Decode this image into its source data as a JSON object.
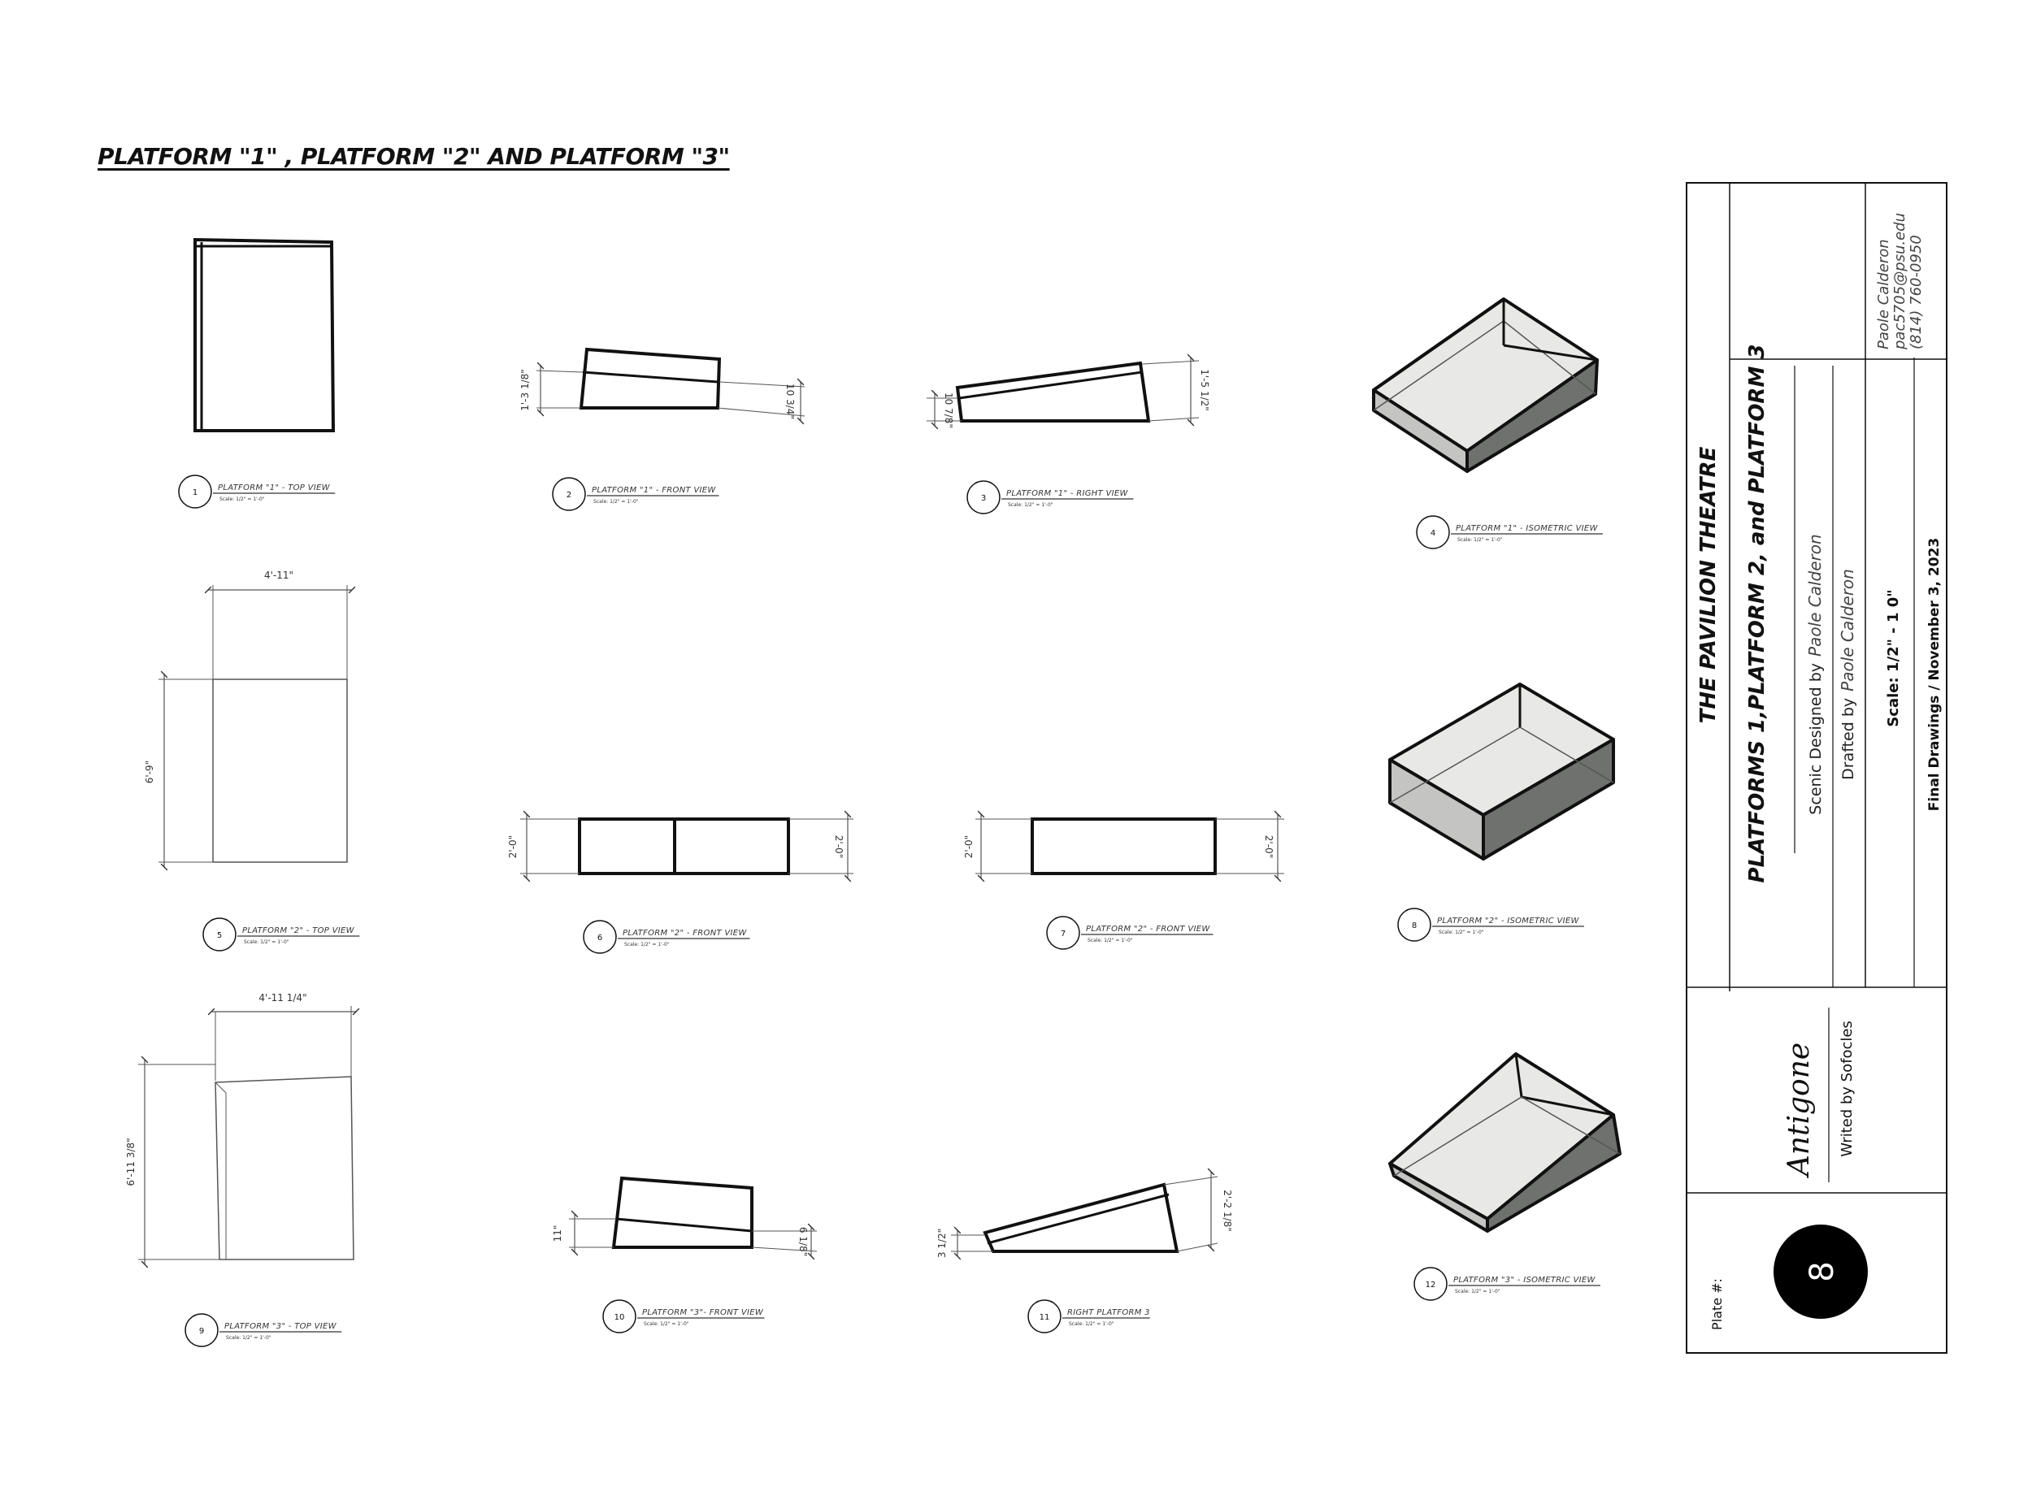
{
  "sheet_title": "PLATFORM \"1\" , PLATFORM \"2\" AND PLATFORM \"3\"",
  "colors": {
    "line": "#111111",
    "light_face": "#e8e9e7",
    "mid_face": "#c4c5c3",
    "dark_face": "#6f716f",
    "plate_circle": "#000000"
  },
  "views": [
    {
      "num": "1",
      "label": "PLATFORM \"1\" - TOP VIEW",
      "scale": "Scale: 1/2\" = 1'-0\""
    },
    {
      "num": "2",
      "label": "PLATFORM \"1\" - FRONT VIEW",
      "scale": "Scale: 1/2\" = 1'-0\""
    },
    {
      "num": "3",
      "label": "PLATFORM \"1\" - RIGHT VIEW",
      "scale": "Scale: 1/2\" = 1'-0\""
    },
    {
      "num": "4",
      "label": "PLATFORM \"1\" - ISOMETRIC VIEW",
      "scale": "Scale: 1/2\" = 1'-0\""
    },
    {
      "num": "5",
      "label": "PLATFORM \"2\" - TOP VIEW",
      "scale": "Scale: 1/2\" = 1'-0\""
    },
    {
      "num": "6",
      "label": "PLATFORM \"2\" - FRONT VIEW",
      "scale": "Scale: 1/2\" = 1'-0\""
    },
    {
      "num": "7",
      "label": "PLATFORM \"2\" - FRONT VIEW",
      "scale": "Scale: 1/2\" = 1'-0\""
    },
    {
      "num": "8",
      "label": "PLATFORM \"2\" - ISOMETRIC VIEW",
      "scale": "Scale: 1/2\" = 1'-0\""
    },
    {
      "num": "9",
      "label": "PLATFORM \"3\" - TOP VIEW",
      "scale": "Scale: 1/2\" = 1'-0\""
    },
    {
      "num": "10",
      "label": "PLATFORM \"3\"- FRONT VIEW",
      "scale": "Scale: 1/2\" = 1'-0\""
    },
    {
      "num": "11",
      "label": "RIGHT PLATFORM 3",
      "scale": "Scale: 1/2\" = 1'-0\""
    },
    {
      "num": "12",
      "label": "PLATFORM \"3\" - ISOMETRIC VIEW",
      "scale": "Scale: 1/2\" = 1'-0\""
    }
  ],
  "dimensions": {
    "p1_front_left": "1'-3 1/8\"",
    "p1_front_right": "10 3/4\"",
    "p1_right_left": "10 7/8\"",
    "p1_right_right": "1'-5 1/2\"",
    "p2_top_width": "4'-11\"",
    "p2_top_depth": "6'-9\"",
    "p2_front_left": "2'-0\"",
    "p2_front_right": "2'-0\"",
    "p2_side_left": "2'-0\"",
    "p2_side_right": "2'-0\"",
    "p3_top_width": "4'-11 1/4\"",
    "p3_top_depth": "6'-11 3/8\"",
    "p3_front_left": "11\"",
    "p3_front_right": "6 1/8\"",
    "p3_right_left": "3 1/2\"",
    "p3_right_right": "2'-2 1/8\""
  },
  "title_block": {
    "venue": "THE PAVILION THEATRE",
    "drawing_title": "PLATFORMS 1,PLATFORM 2, and PLATFORM 3",
    "designed_prefix": "Scenic Designed by",
    "designed_name": "Paole Calderon",
    "drafted_prefix": "Drafted by",
    "drafted_name": "Paole Calderon",
    "scale": "Scale: 1/2\" - 1 0\"",
    "date_line": "Final Drawings / November 3, 2023",
    "contact_name": "Paole Calderon",
    "contact_email": "pac5705@psu.edu",
    "contact_phone": "(814) 760-0950",
    "play": "Antigone",
    "author": "Writed by Sofocles",
    "plate_label": "Plate #:",
    "plate_number": "8"
  }
}
